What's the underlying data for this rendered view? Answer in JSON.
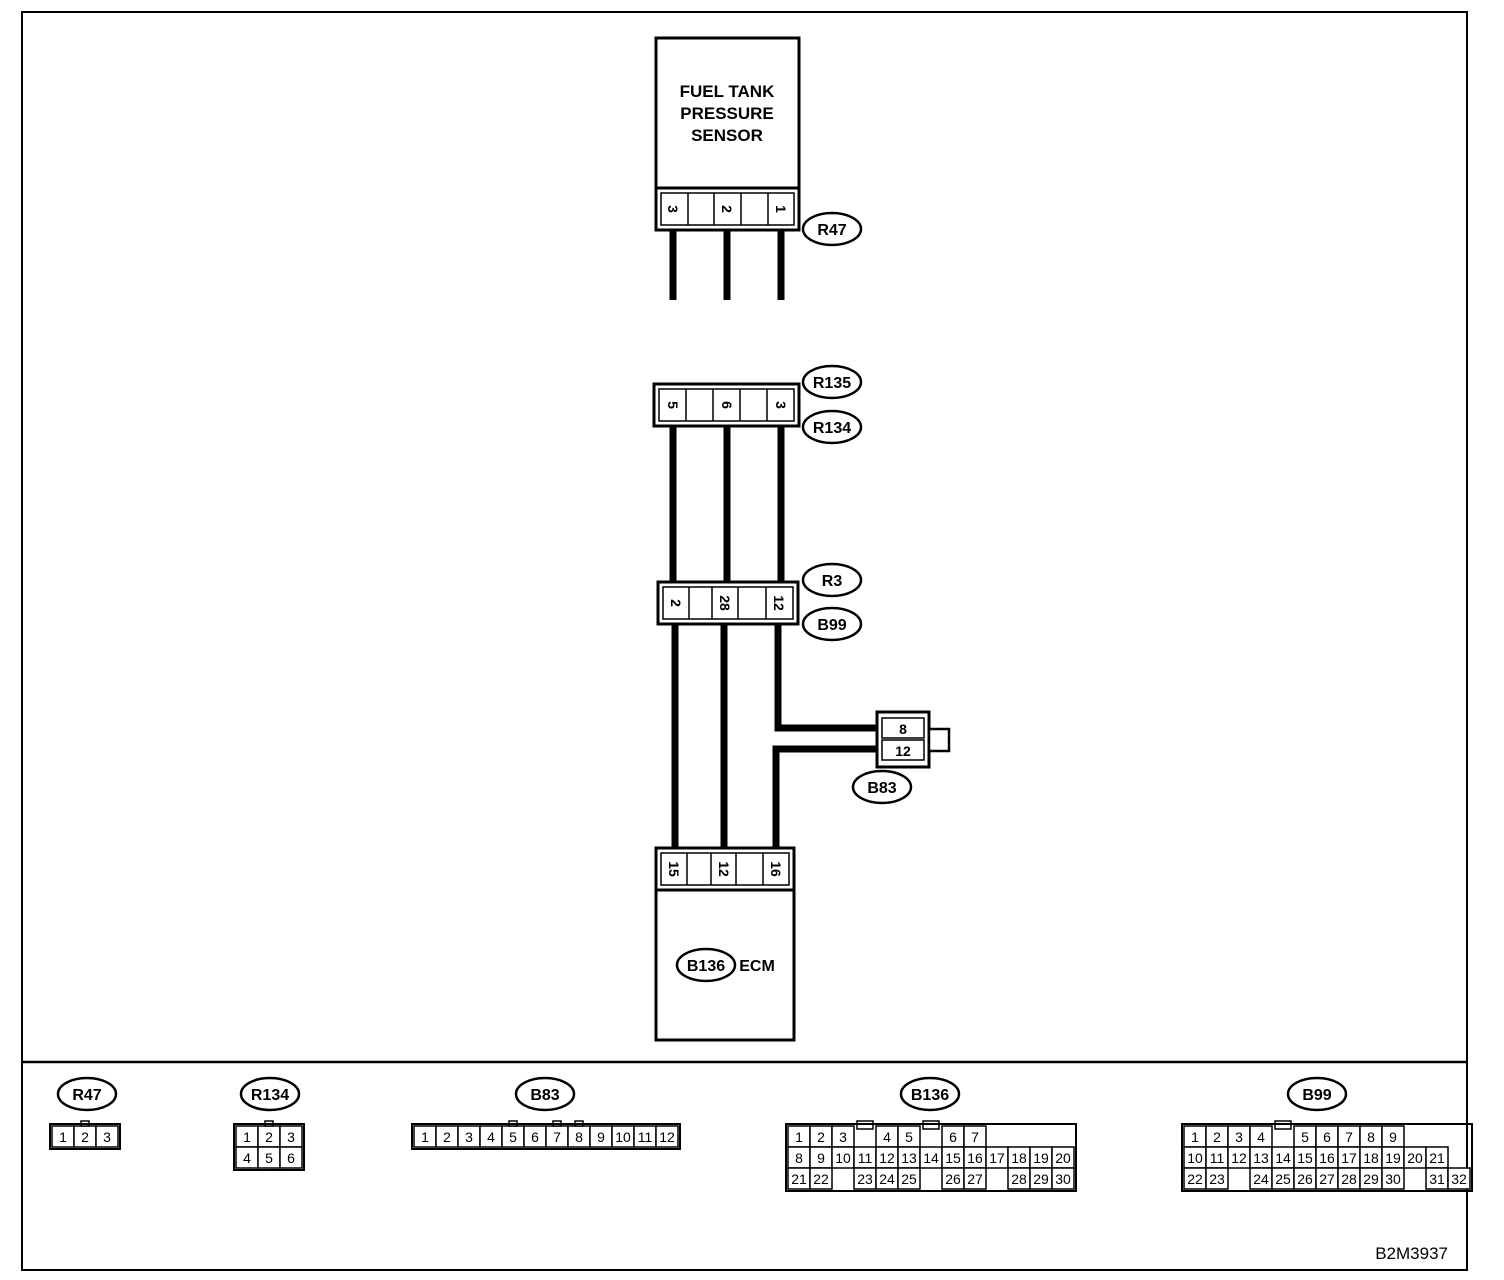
{
  "sensor": {
    "title_lines": [
      "FUEL TANK",
      "PRESSURE",
      "SENSOR"
    ]
  },
  "ecm": {
    "connector": "B136",
    "label": "ECM"
  },
  "connectors": {
    "r47": {
      "label": "R47",
      "pins": [
        "3",
        "2",
        "1"
      ]
    },
    "r135_r134": {
      "labels": [
        "R135",
        "R134"
      ],
      "pins": [
        "5",
        "6",
        "3"
      ]
    },
    "r3_b99": {
      "labels": [
        "R3",
        "B99"
      ],
      "pins": [
        "2",
        "28",
        "12"
      ]
    },
    "b83": {
      "label": "B83",
      "pins": [
        "8",
        "12"
      ]
    },
    "ecm": {
      "pins": [
        "15",
        "12",
        "16"
      ]
    }
  },
  "views": [
    {
      "label": "R47",
      "rows": [
        [
          "1",
          "2",
          "3"
        ]
      ]
    },
    {
      "label": "R134",
      "rows": [
        [
          "1",
          "2",
          "3"
        ],
        [
          "4",
          "5",
          "6"
        ]
      ]
    },
    {
      "label": "B83",
      "rows": [
        [
          "1",
          "2",
          "3",
          "4",
          "5",
          "6",
          "7",
          "8",
          "9",
          "10",
          "11",
          "12"
        ]
      ]
    },
    {
      "label": "B136",
      "rows": [
        [
          "1",
          "2",
          "3",
          "",
          "4",
          "5",
          "",
          "6",
          "7"
        ],
        [
          "8",
          "9",
          "10",
          "11",
          "12",
          "13",
          "14",
          "15",
          "16",
          "17",
          "18",
          "19",
          "20"
        ],
        [
          "21",
          "22",
          "",
          "23",
          "24",
          "25",
          "",
          "26",
          "27",
          "",
          "28",
          "29",
          "30"
        ]
      ]
    },
    {
      "label": "B99",
      "rows": [
        [
          "1",
          "2",
          "3",
          "4",
          "",
          "5",
          "6",
          "7",
          "8",
          "9"
        ],
        [
          "10",
          "11",
          "12",
          "13",
          "14",
          "15",
          "16",
          "17",
          "18",
          "19",
          "20",
          "21"
        ],
        [
          "22",
          "23",
          "",
          "24",
          "25",
          "26",
          "27",
          "28",
          "29",
          "30",
          "",
          "31",
          "32"
        ]
      ]
    }
  ],
  "figure_code": "B2M3937"
}
